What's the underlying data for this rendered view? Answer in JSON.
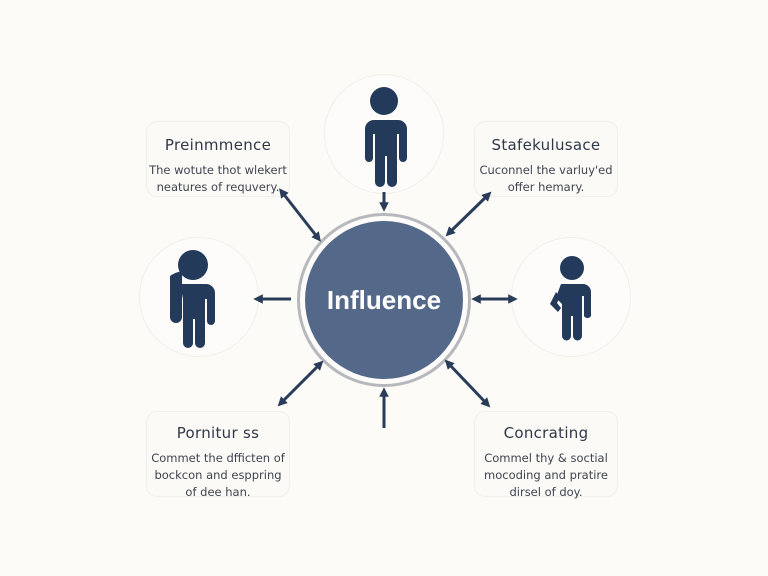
{
  "center": {
    "label": "Influence",
    "fill": "#54698a",
    "ring": "#b6b8bb"
  },
  "colors": {
    "icon": "#233a5a",
    "background": "#fcfbf8"
  },
  "cards": [
    {
      "position": "top-left",
      "title": "Preinmmence",
      "lines": [
        "The wotute thot wlekert",
        "neatures of requvery."
      ]
    },
    {
      "position": "top-right",
      "title": "Stafekulusace",
      "lines": [
        "Cuconnel the varluy'ed",
        "offer hemary."
      ]
    },
    {
      "position": "bottom-left",
      "title": "Pornitur ss",
      "lines": [
        "Commet the dfficten of",
        "bockcon and esppring",
        "of dee han."
      ]
    },
    {
      "position": "bottom-right",
      "title": "Concrating",
      "lines": [
        "Commel thy & soctial",
        "mocoding and pratire",
        "dirsel of doy."
      ]
    }
  ],
  "people": [
    {
      "position": "top",
      "icon": "person-icon"
    },
    {
      "position": "left",
      "icon": "person-phone-icon"
    },
    {
      "position": "right",
      "icon": "person-hand-on-hip-icon"
    }
  ],
  "arrows": [
    {
      "position": "top",
      "type": "single-down"
    },
    {
      "position": "left",
      "type": "single-left"
    },
    {
      "position": "right",
      "type": "double-horizontal"
    },
    {
      "position": "bottom",
      "type": "single-up"
    },
    {
      "position": "top-left",
      "type": "double-diagonal"
    },
    {
      "position": "top-right",
      "type": "double-diagonal"
    },
    {
      "position": "bottom-left",
      "type": "double-diagonal"
    },
    {
      "position": "bottom-right",
      "type": "double-diagonal"
    }
  ]
}
